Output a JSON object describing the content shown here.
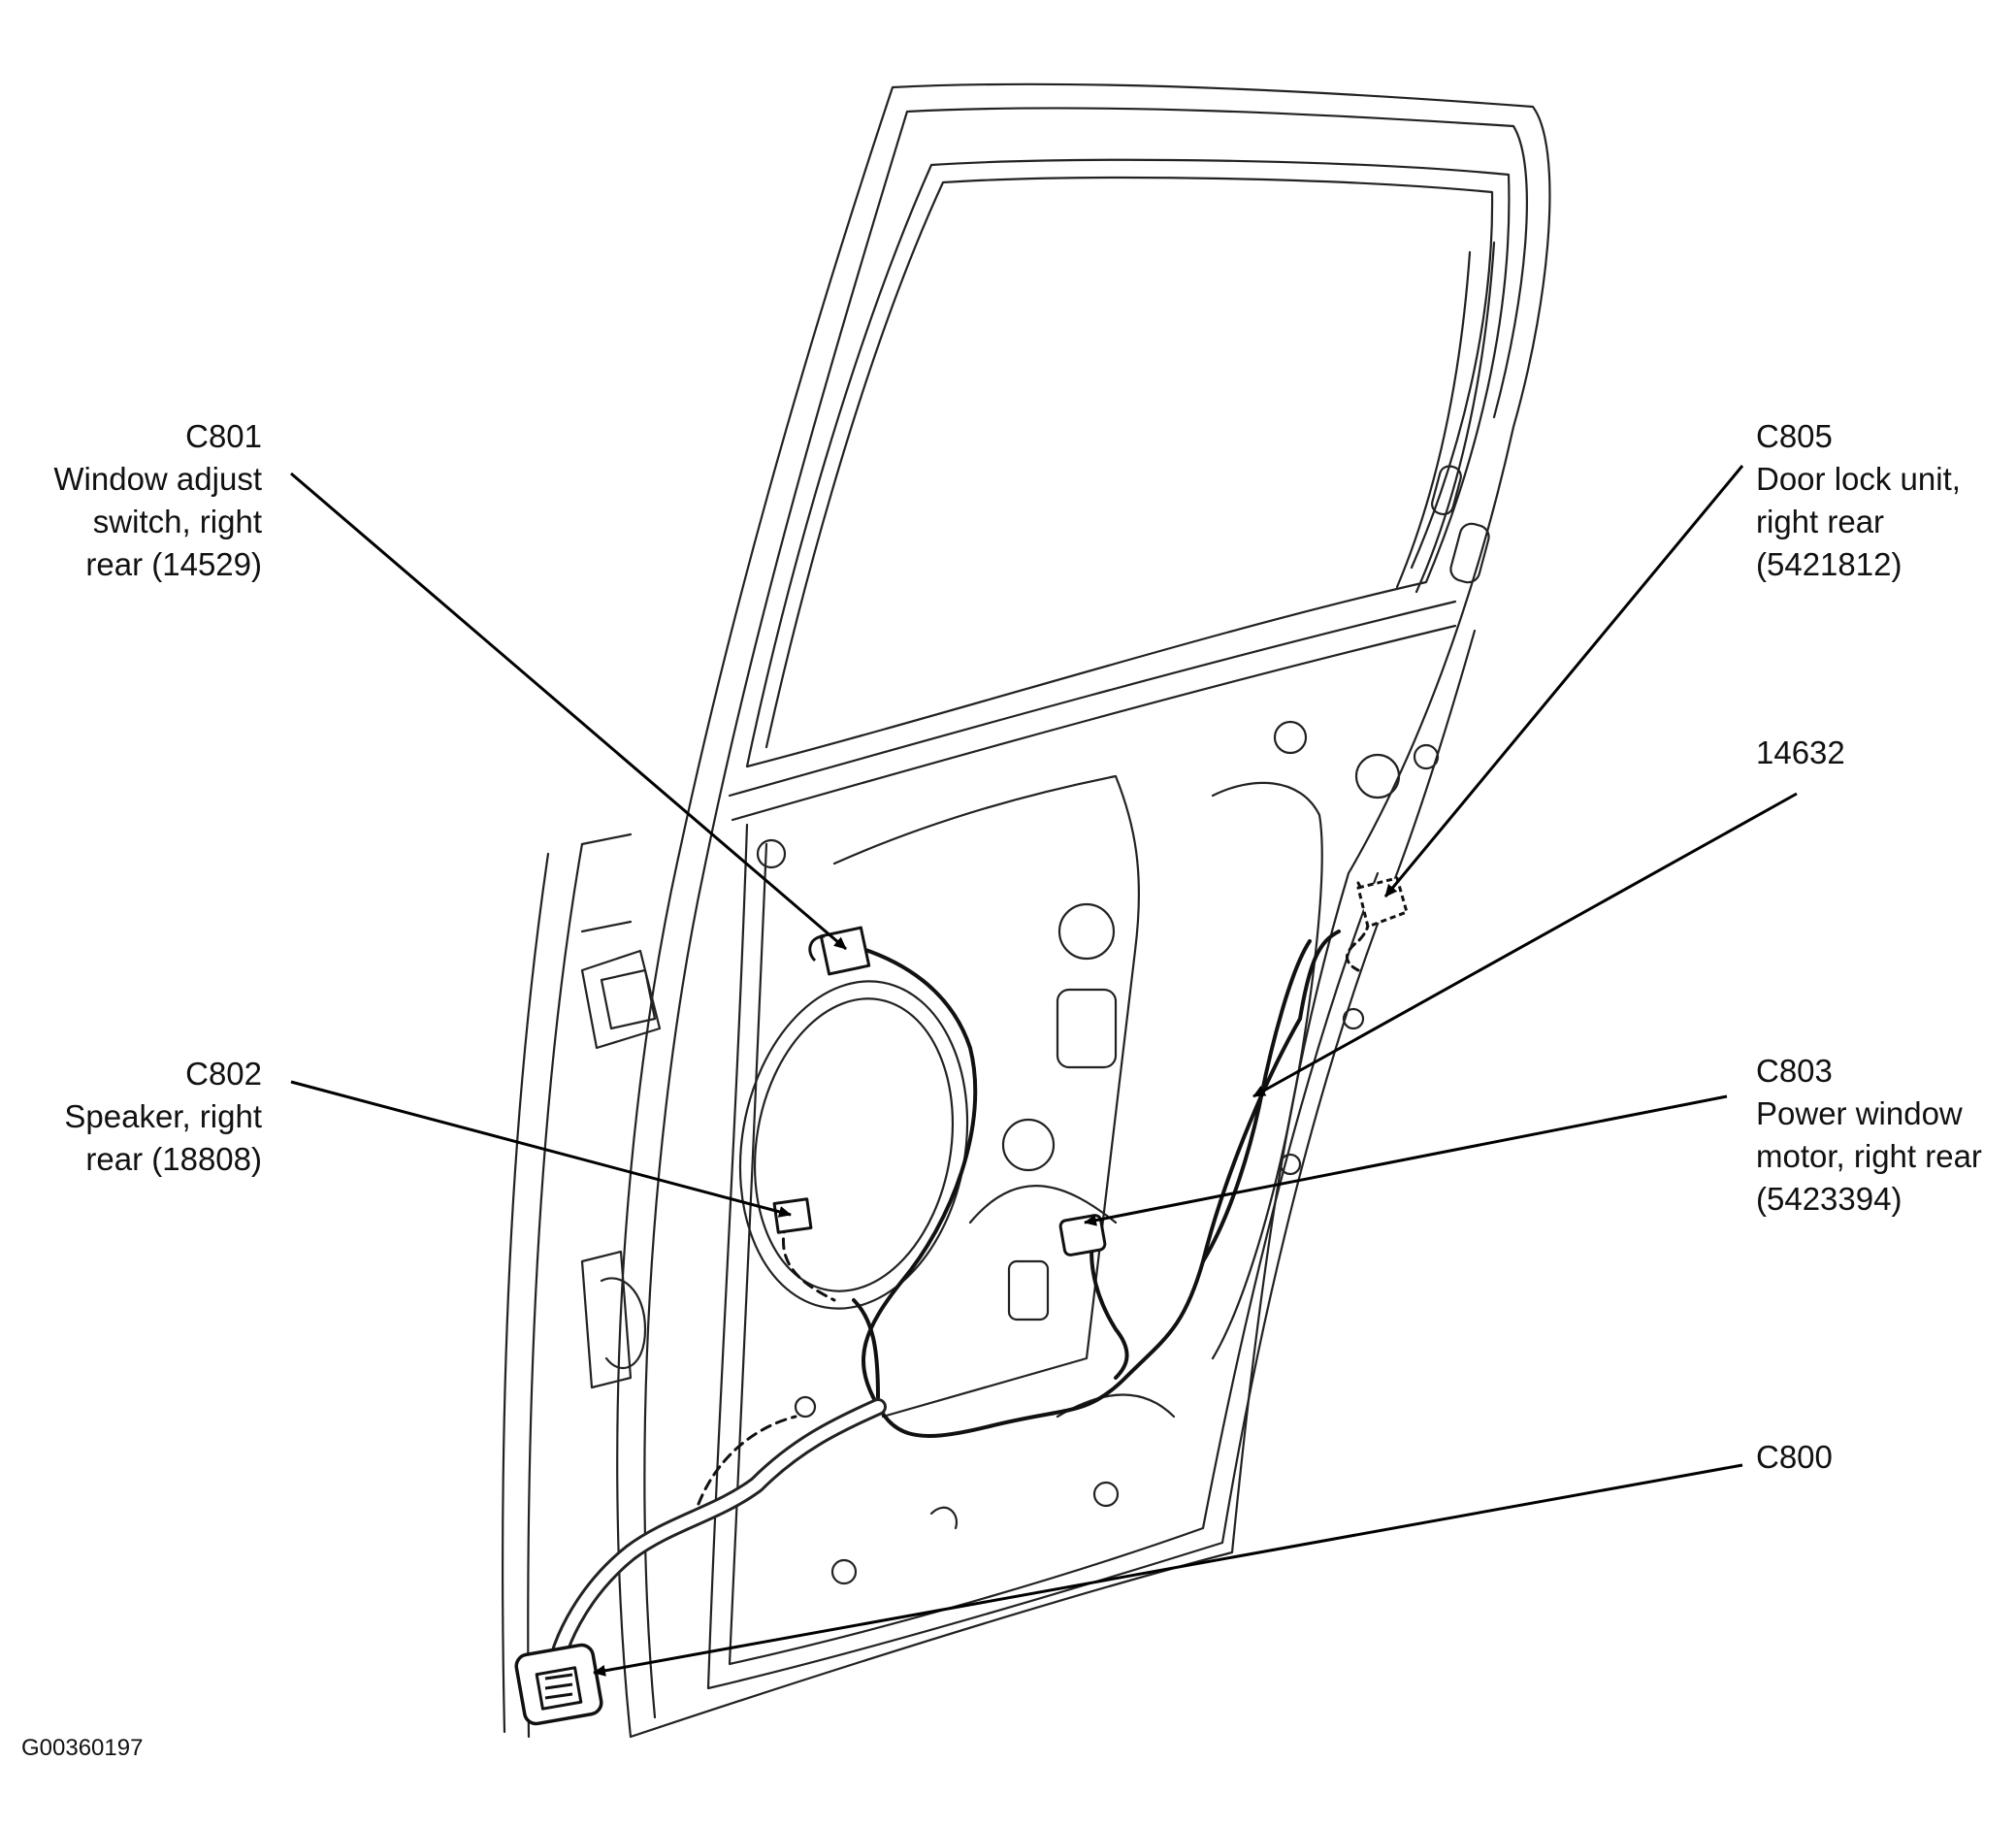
{
  "diagram": {
    "figure_id": "G00360197",
    "callouts": [
      {
        "id": "c801",
        "code": "C801",
        "lines": [
          "Window adjust",
          "switch, right",
          "rear (14529)"
        ]
      },
      {
        "id": "c802",
        "code": "C802",
        "lines": [
          "Speaker, right",
          "rear (18808)"
        ]
      },
      {
        "id": "c805",
        "code": "C805",
        "lines": [
          "Door lock unit,",
          "right rear",
          "(5421812)"
        ]
      },
      {
        "id": "harness",
        "code": "14632",
        "lines": []
      },
      {
        "id": "c803",
        "code": "C803",
        "lines": [
          "Power window",
          "motor, right rear",
          "(5423394)"
        ]
      },
      {
        "id": "c800",
        "code": "C800",
        "lines": []
      }
    ]
  }
}
